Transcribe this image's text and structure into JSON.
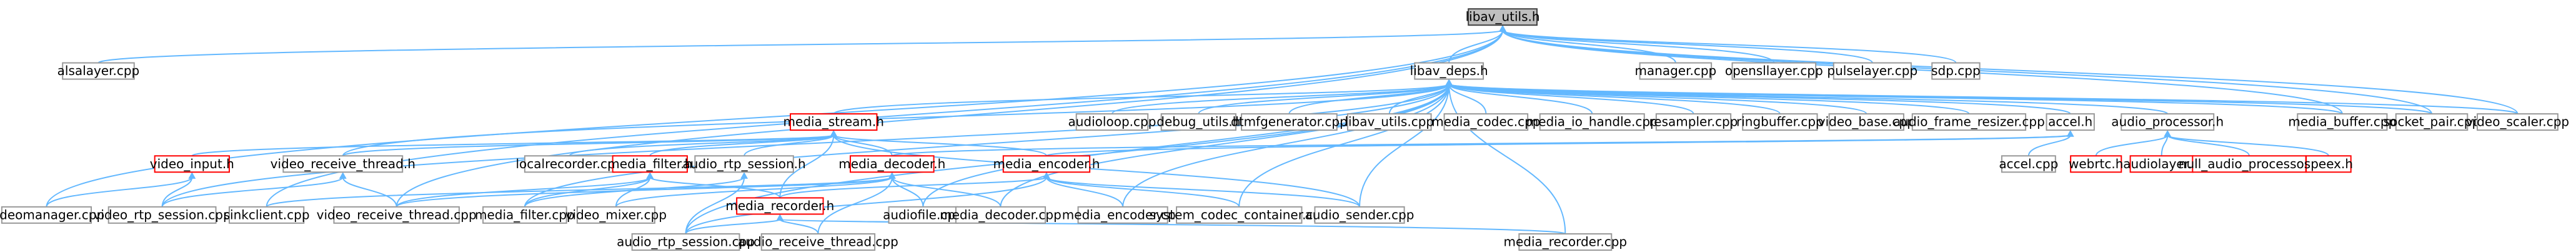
{
  "colors": {
    "edge": "#63b8ff",
    "node_border": "#999999",
    "root_fill": "#bfbfbf",
    "header_border": "#ff0000"
  },
  "nodes": [
    {
      "id": "libav_utils_h",
      "label": "libav_utils.h",
      "kind": "root"
    },
    {
      "id": "alsalayer_cpp",
      "label": "alsalayer.cpp",
      "kind": "file"
    },
    {
      "id": "libav_deps_h",
      "label": "libav_deps.h",
      "kind": "file"
    },
    {
      "id": "manager_cpp",
      "label": "manager.cpp",
      "kind": "file"
    },
    {
      "id": "opensllayer_cpp",
      "label": "opensllayer.cpp",
      "kind": "file"
    },
    {
      "id": "pulselayer_cpp",
      "label": "pulselayer.cpp",
      "kind": "file"
    },
    {
      "id": "sdp_cpp",
      "label": "sdp.cpp",
      "kind": "file"
    },
    {
      "id": "media_stream_h",
      "label": "media_stream.h",
      "kind": "header"
    },
    {
      "id": "audioloop_cpp",
      "label": "audioloop.cpp",
      "kind": "file"
    },
    {
      "id": "debug_utils_h",
      "label": "debug_utils.h",
      "kind": "file"
    },
    {
      "id": "dtmfgenerator_cpp",
      "label": "dtmfgenerator.cpp",
      "kind": "file"
    },
    {
      "id": "libav_utils_cpp",
      "label": "libav_utils.cpp",
      "kind": "file"
    },
    {
      "id": "media_codec_cpp",
      "label": "media_codec.cpp",
      "kind": "file"
    },
    {
      "id": "media_io_handle_cpp",
      "label": "media_io_handle.cpp",
      "kind": "file"
    },
    {
      "id": "resampler_cpp",
      "label": "resampler.cpp",
      "kind": "file"
    },
    {
      "id": "ringbuffer_cpp",
      "label": "ringbuffer.cpp",
      "kind": "file"
    },
    {
      "id": "video_base_cpp",
      "label": "video_base.cpp",
      "kind": "file"
    },
    {
      "id": "audio_frame_resizer_cpp",
      "label": "audio_frame_resizer.cpp",
      "kind": "file"
    },
    {
      "id": "accel_h",
      "label": "accel.h",
      "kind": "file"
    },
    {
      "id": "audio_processor_h",
      "label": "audio_processor.h",
      "kind": "file"
    },
    {
      "id": "media_buffer_cpp",
      "label": "media_buffer.cpp",
      "kind": "file"
    },
    {
      "id": "socket_pair_cpp",
      "label": "socket_pair.cpp",
      "kind": "file"
    },
    {
      "id": "video_scaler_cpp",
      "label": "video_scaler.cpp",
      "kind": "file"
    },
    {
      "id": "video_input_h",
      "label": "video_input.h",
      "kind": "header"
    },
    {
      "id": "video_receive_thread_h",
      "label": "video_receive_thread.h",
      "kind": "file"
    },
    {
      "id": "localrecorder_cpp",
      "label": "localrecorder.cpp",
      "kind": "file"
    },
    {
      "id": "media_filter_h",
      "label": "media_filter.h",
      "kind": "header"
    },
    {
      "id": "audio_rtp_session_h",
      "label": "audio_rtp_session.h",
      "kind": "file"
    },
    {
      "id": "media_decoder_h",
      "label": "media_decoder.h",
      "kind": "header"
    },
    {
      "id": "media_encoder_h",
      "label": "media_encoder.h",
      "kind": "header"
    },
    {
      "id": "accel_cpp",
      "label": "accel.cpp",
      "kind": "file"
    },
    {
      "id": "webrtc_h",
      "label": "webrtc.h",
      "kind": "header"
    },
    {
      "id": "audiolayer_h",
      "label": "audiolayer.h",
      "kind": "header"
    },
    {
      "id": "null_audio_processor_h",
      "label": "null_audio_processor.h",
      "kind": "header"
    },
    {
      "id": "speex_h",
      "label": "speex.h",
      "kind": "header"
    },
    {
      "id": "videomanager_cpp",
      "label": "videomanager.cpp",
      "kind": "file"
    },
    {
      "id": "video_rtp_session_cpp",
      "label": "video_rtp_session.cpp",
      "kind": "file"
    },
    {
      "id": "sinkclient_cpp",
      "label": "sinkclient.cpp",
      "kind": "file"
    },
    {
      "id": "video_receive_thread_cpp",
      "label": "video_receive_thread.cpp",
      "kind": "file"
    },
    {
      "id": "media_filter_cpp",
      "label": "media_filter.cpp",
      "kind": "file"
    },
    {
      "id": "video_mixer_cpp",
      "label": "video_mixer.cpp",
      "kind": "file"
    },
    {
      "id": "audiofile_cpp",
      "label": "audiofile.cpp",
      "kind": "file"
    },
    {
      "id": "media_decoder_cpp",
      "label": "media_decoder.cpp",
      "kind": "file"
    },
    {
      "id": "media_encoder_cpp",
      "label": "media_encoder.cpp",
      "kind": "file"
    },
    {
      "id": "system_codec_container_cpp",
      "label": "system_codec_container.cpp",
      "kind": "file"
    },
    {
      "id": "audio_sender_cpp",
      "label": "audio_sender.cpp",
      "kind": "file"
    },
    {
      "id": "media_recorder_h",
      "label": "media_recorder.h",
      "kind": "header"
    },
    {
      "id": "audio_rtp_session_cpp",
      "label": "audio_rtp_session.cpp",
      "kind": "file"
    },
    {
      "id": "audio_receive_thread_cpp",
      "label": "audio_receive_thread.cpp",
      "kind": "file"
    },
    {
      "id": "media_recorder_cpp",
      "label": "media_recorder.cpp",
      "kind": "file"
    }
  ],
  "edges": [
    [
      "libav_utils_h",
      "alsalayer_cpp"
    ],
    [
      "libav_utils_h",
      "libav_deps_h"
    ],
    [
      "libav_utils_h",
      "manager_cpp"
    ],
    [
      "libav_utils_h",
      "opensllayer_cpp"
    ],
    [
      "libav_utils_h",
      "pulselayer_cpp"
    ],
    [
      "libav_utils_h",
      "sdp_cpp"
    ],
    [
      "libav_utils_h",
      "videomanager_cpp"
    ],
    [
      "libav_utils_h",
      "sinkclient_cpp"
    ],
    [
      "libav_utils_h",
      "video_receive_thread_cpp"
    ],
    [
      "libav_utils_h",
      "socket_pair_cpp"
    ],
    [
      "libav_utils_h",
      "media_buffer_cpp"
    ],
    [
      "libav_utils_h",
      "video_scaler_cpp"
    ],
    [
      "libav_deps_h",
      "media_stream_h"
    ],
    [
      "libav_deps_h",
      "audioloop_cpp"
    ],
    [
      "libav_deps_h",
      "debug_utils_h"
    ],
    [
      "libav_deps_h",
      "dtmfgenerator_cpp"
    ],
    [
      "libav_deps_h",
      "libav_utils_cpp"
    ],
    [
      "libav_deps_h",
      "media_codec_cpp"
    ],
    [
      "libav_deps_h",
      "media_io_handle_cpp"
    ],
    [
      "libav_deps_h",
      "resampler_cpp"
    ],
    [
      "libav_deps_h",
      "ringbuffer_cpp"
    ],
    [
      "libav_deps_h",
      "video_base_cpp"
    ],
    [
      "libav_deps_h",
      "audio_frame_resizer_cpp"
    ],
    [
      "libav_deps_h",
      "accel_h"
    ],
    [
      "libav_deps_h",
      "audio_processor_h"
    ],
    [
      "libav_deps_h",
      "media_buffer_cpp"
    ],
    [
      "libav_deps_h",
      "socket_pair_cpp"
    ],
    [
      "libav_deps_h",
      "video_scaler_cpp"
    ],
    [
      "libav_deps_h",
      "video_receive_thread_h"
    ],
    [
      "libav_deps_h",
      "media_filter_cpp"
    ],
    [
      "libav_deps_h",
      "media_decoder_cpp"
    ],
    [
      "libav_deps_h",
      "media_encoder_cpp"
    ],
    [
      "libav_deps_h",
      "system_codec_container_cpp"
    ],
    [
      "libav_deps_h",
      "audio_sender_cpp"
    ],
    [
      "libav_deps_h",
      "audiofile_cpp"
    ],
    [
      "libav_deps_h",
      "audio_rtp_session_cpp"
    ],
    [
      "libav_deps_h",
      "media_recorder_cpp"
    ],
    [
      "libav_deps_h",
      "video_rtp_session_cpp"
    ],
    [
      "media_stream_h",
      "video_input_h"
    ],
    [
      "media_stream_h",
      "video_receive_thread_h"
    ],
    [
      "media_stream_h",
      "localrecorder_cpp"
    ],
    [
      "media_stream_h",
      "media_filter_h"
    ],
    [
      "media_stream_h",
      "audio_rtp_session_h"
    ],
    [
      "media_stream_h",
      "media_decoder_h"
    ],
    [
      "media_stream_h",
      "media_encoder_h"
    ],
    [
      "media_stream_h",
      "media_recorder_h"
    ],
    [
      "media_stream_h",
      "audio_sender_cpp"
    ],
    [
      "accel_h",
      "accel_cpp"
    ],
    [
      "accel_h",
      "media_decoder_h"
    ],
    [
      "accel_h",
      "media_encoder_h"
    ],
    [
      "audio_processor_h",
      "webrtc_h"
    ],
    [
      "audio_processor_h",
      "audiolayer_h"
    ],
    [
      "audio_processor_h",
      "null_audio_processor_h"
    ],
    [
      "audio_processor_h",
      "speex_h"
    ],
    [
      "video_input_h",
      "videomanager_cpp"
    ],
    [
      "video_input_h",
      "video_rtp_session_cpp"
    ],
    [
      "video_receive_thread_h",
      "video_rtp_session_cpp"
    ],
    [
      "video_receive_thread_h",
      "video_receive_thread_cpp"
    ],
    [
      "media_filter_h",
      "media_filter_cpp"
    ],
    [
      "media_filter_h",
      "video_mixer_cpp"
    ],
    [
      "media_filter_h",
      "media_recorder_h"
    ],
    [
      "media_filter_h",
      "video_receive_thread_cpp"
    ],
    [
      "audio_rtp_session_h",
      "audio_rtp_session_cpp"
    ],
    [
      "audio_rtp_session_h",
      "media_filter_cpp"
    ],
    [
      "media_decoder_h",
      "audiofile_cpp"
    ],
    [
      "media_decoder_h",
      "media_decoder_cpp"
    ],
    [
      "media_decoder_h",
      "audio_receive_thread_cpp"
    ],
    [
      "media_decoder_h",
      "video_mixer_cpp"
    ],
    [
      "media_decoder_h",
      "sinkclient_cpp"
    ],
    [
      "media_decoder_h",
      "video_receive_thread_cpp"
    ],
    [
      "media_encoder_h",
      "media_encoder_cpp"
    ],
    [
      "media_encoder_h",
      "system_codec_container_cpp"
    ],
    [
      "media_encoder_h",
      "audio_sender_cpp"
    ],
    [
      "media_encoder_h",
      "media_recorder_h"
    ],
    [
      "media_encoder_h",
      "audio_rtp_session_cpp"
    ],
    [
      "media_recorder_h",
      "audio_rtp_session_cpp"
    ],
    [
      "media_recorder_h",
      "audio_receive_thread_cpp"
    ],
    [
      "media_recorder_h",
      "media_recorder_cpp"
    ]
  ]
}
